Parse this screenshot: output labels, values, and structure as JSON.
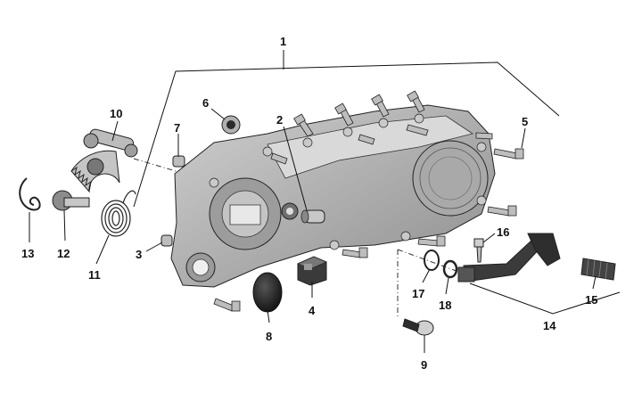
{
  "colors": {
    "part_fill": "#b8b8b8",
    "part_shadow": "#8a8a8a",
    "part_dark": "#2a2a2a",
    "line": "#111111"
  },
  "callouts": {
    "c1": "1",
    "c2": "2",
    "c3": "3",
    "c4": "4",
    "c5": "5",
    "c6": "6",
    "c7": "7",
    "c8": "8",
    "c9": "9",
    "c10": "10",
    "c11": "11",
    "c12": "12",
    "c13": "13",
    "c14": "14",
    "c15": "15",
    "c16": "16",
    "c17": "17",
    "c18": "18"
  }
}
